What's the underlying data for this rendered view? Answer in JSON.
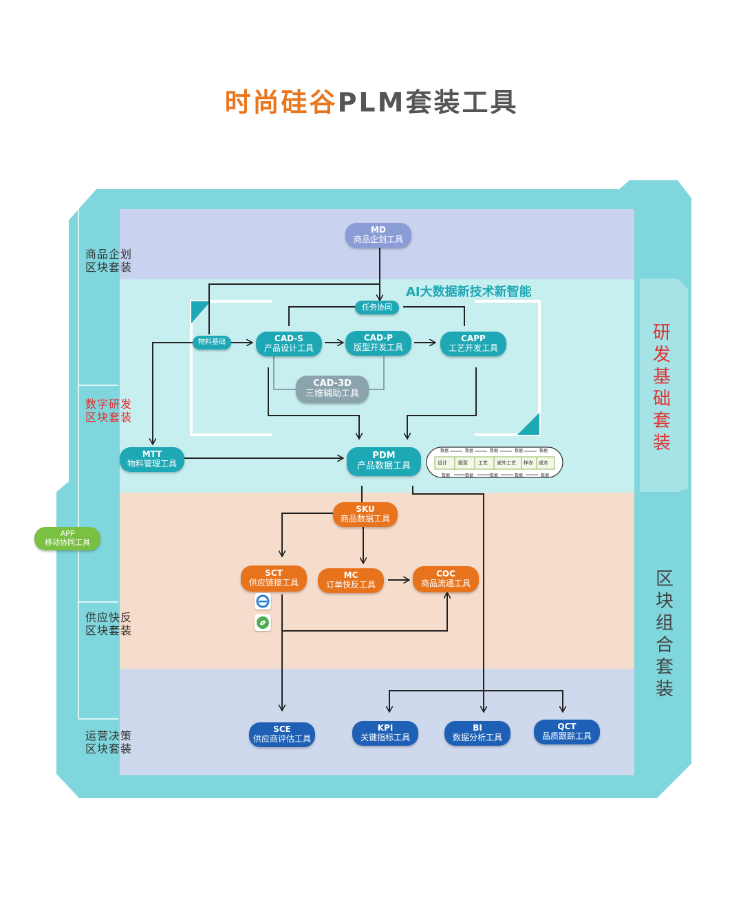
{
  "title": {
    "highlight": "时尚硅谷",
    "rest": "PLM套装工具"
  },
  "ai_label": "AI大数据新技术新智能",
  "left_blocks": [
    {
      "line1": "商品企划",
      "line2": "区块套装"
    },
    {
      "line1": "数字研发",
      "line2": "区块套装"
    },
    {
      "line1": "供应快反",
      "line2": "区块套装"
    },
    {
      "line1": "运营决策",
      "line2": "区块套装"
    }
  ],
  "right_labels": {
    "rd": [
      "研",
      "发",
      "基",
      "础",
      "套",
      "装"
    ],
    "combo": [
      "区",
      "块",
      "组",
      "合",
      "套",
      "装"
    ]
  },
  "nodes": {
    "md": {
      "code": "MD",
      "name": "商品企划工具"
    },
    "task": {
      "name": "任务协同"
    },
    "material": {
      "name": "物料基础"
    },
    "cads": {
      "code": "CAD-S",
      "name": "产品设计工具"
    },
    "cadp": {
      "code": "CAD-P",
      "name": "版型开发工具"
    },
    "capp": {
      "code": "CAPP",
      "name": "工艺开发工具"
    },
    "cad3d": {
      "code": "CAD-3D",
      "name": "三维辅助工具"
    },
    "mtt": {
      "code": "MTT",
      "name": "物料管理工具"
    },
    "pdm": {
      "code": "PDM",
      "name": "产品数据工具"
    },
    "app": {
      "code": "APP",
      "name": "移动协同工具"
    },
    "sku": {
      "code": "SKU",
      "name": "商品数据工具"
    },
    "sct": {
      "code": "SCT",
      "name": "供应链接工具"
    },
    "mc": {
      "code": "MC",
      "name": "订单快反工具"
    },
    "coc": {
      "code": "COC",
      "name": "商品流通工具"
    },
    "sce": {
      "code": "SCE",
      "name": "供应商评估工具"
    },
    "kpi": {
      "code": "KPI",
      "name": "关键指标工具"
    },
    "bi": {
      "code": "BI",
      "name": "数据分析工具"
    },
    "qct": {
      "code": "QCT",
      "name": "品质跟踪工具"
    }
  },
  "flow": {
    "cells": [
      "设计",
      "版型",
      "工艺",
      "发外工艺",
      "样衣",
      "成本"
    ],
    "data_label": "数据"
  },
  "colors": {
    "teal": "#1ea7b5",
    "orange": "#e8731d",
    "blue": "#1d60b5",
    "lavender": "#8a9dd6",
    "frame": "#7fd6dc",
    "title_orange": "#e8761f"
  }
}
